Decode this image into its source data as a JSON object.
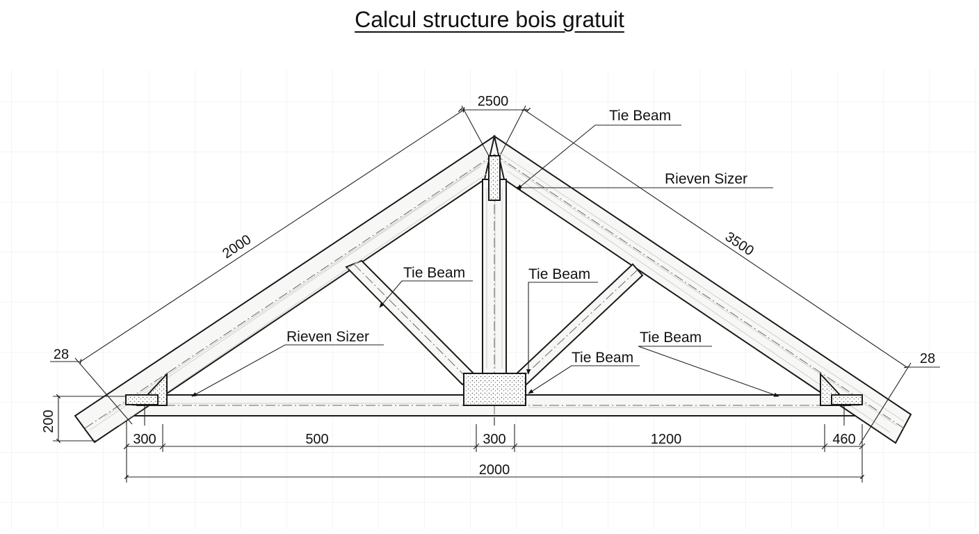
{
  "title": "Calcul structure bois gratuit",
  "colors": {
    "line": "#1a1a1a",
    "wood": "#f7f7f5",
    "grain": "#c9c9c4",
    "grid": "#e6e6e6"
  },
  "labels": {
    "tie_beam_top": "Tie Beam",
    "rieven_sizer_top": "Rieven Sizer",
    "tie_beam_left": "Tie Beam",
    "tie_beam_center": "Tie Beam",
    "tie_beam_center_low": "Tie Beam",
    "tie_beam_right": "Tie Beam",
    "rieven_sizer_left": "Rieven Sizer"
  },
  "dimensions": {
    "top_width": "2500",
    "left_rafter": "2000",
    "right_rafter": "3500",
    "left_overhang": "28",
    "right_overhang": "28",
    "height": "200",
    "seg_1": "300",
    "seg_2": "500",
    "seg_3": "300",
    "seg_4": "1200",
    "seg_5": "460",
    "total_span": "2000"
  }
}
